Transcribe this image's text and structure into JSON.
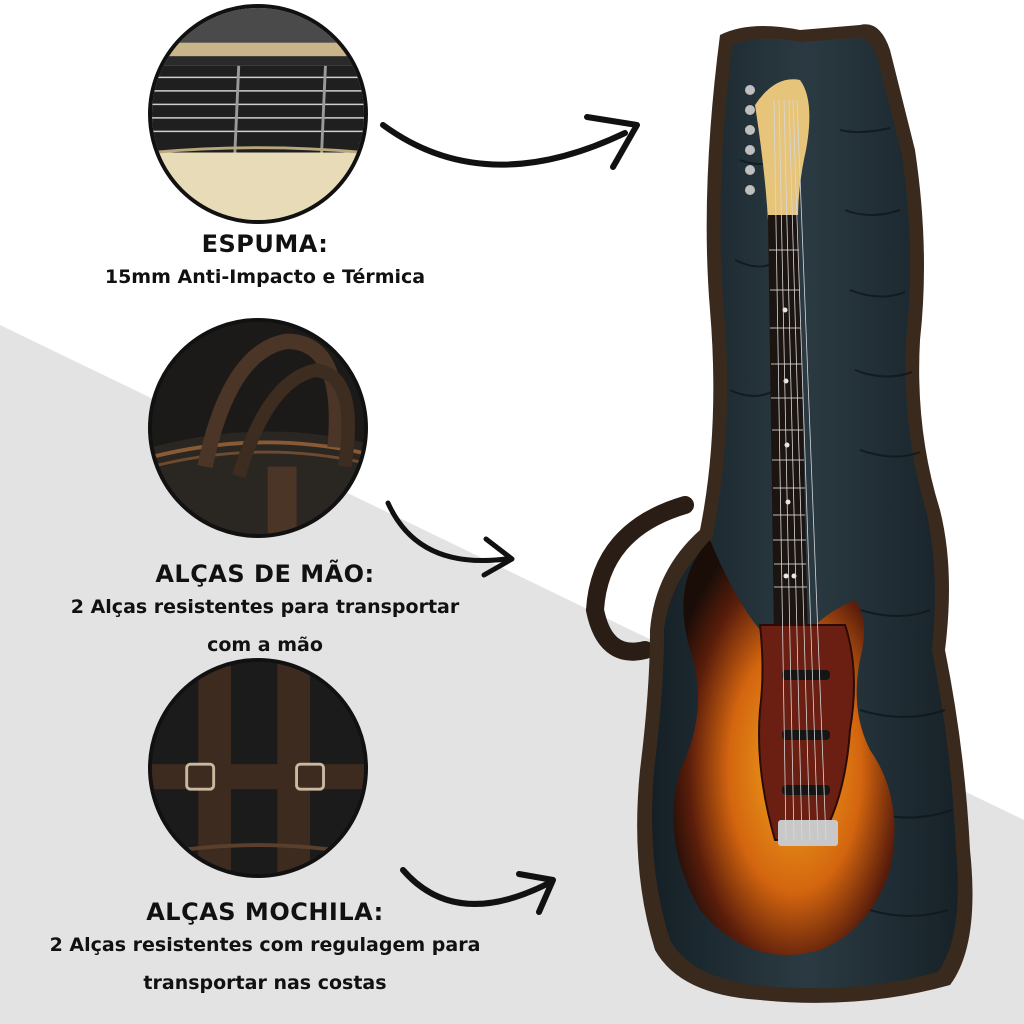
{
  "features": [
    {
      "title": "ESPUMA:",
      "lines": [
        "15mm Anti-Impacto e Térmica"
      ],
      "icon": "foam-closeup-icon"
    },
    {
      "title": "ALÇAS DE MÃO:",
      "lines": [
        "2 Alças resistentes para transportar",
        "com a mão"
      ],
      "icon": "hand-handles-closeup-icon"
    },
    {
      "title": "ALÇAS MOCHILA:",
      "lines": [
        "2 Alças resistentes com regulagem para",
        "transportar nas costas"
      ],
      "icon": "backpack-straps-closeup-icon"
    }
  ],
  "product": {
    "icon": "guitar-in-gig-bag-icon",
    "colors": {
      "bag_lining": "#1d2a30",
      "bag_trim": "#3a2a1e",
      "guitar_body_center": "#f2a81d",
      "guitar_body_edge": "#1a0d08",
      "fretboard": "#1c1410",
      "headstock": "#e6c47a"
    }
  },
  "colors": {
    "background": "#ffffff",
    "background_wedge": "#e3e3e3",
    "text": "#111111",
    "arrow": "#111111"
  }
}
